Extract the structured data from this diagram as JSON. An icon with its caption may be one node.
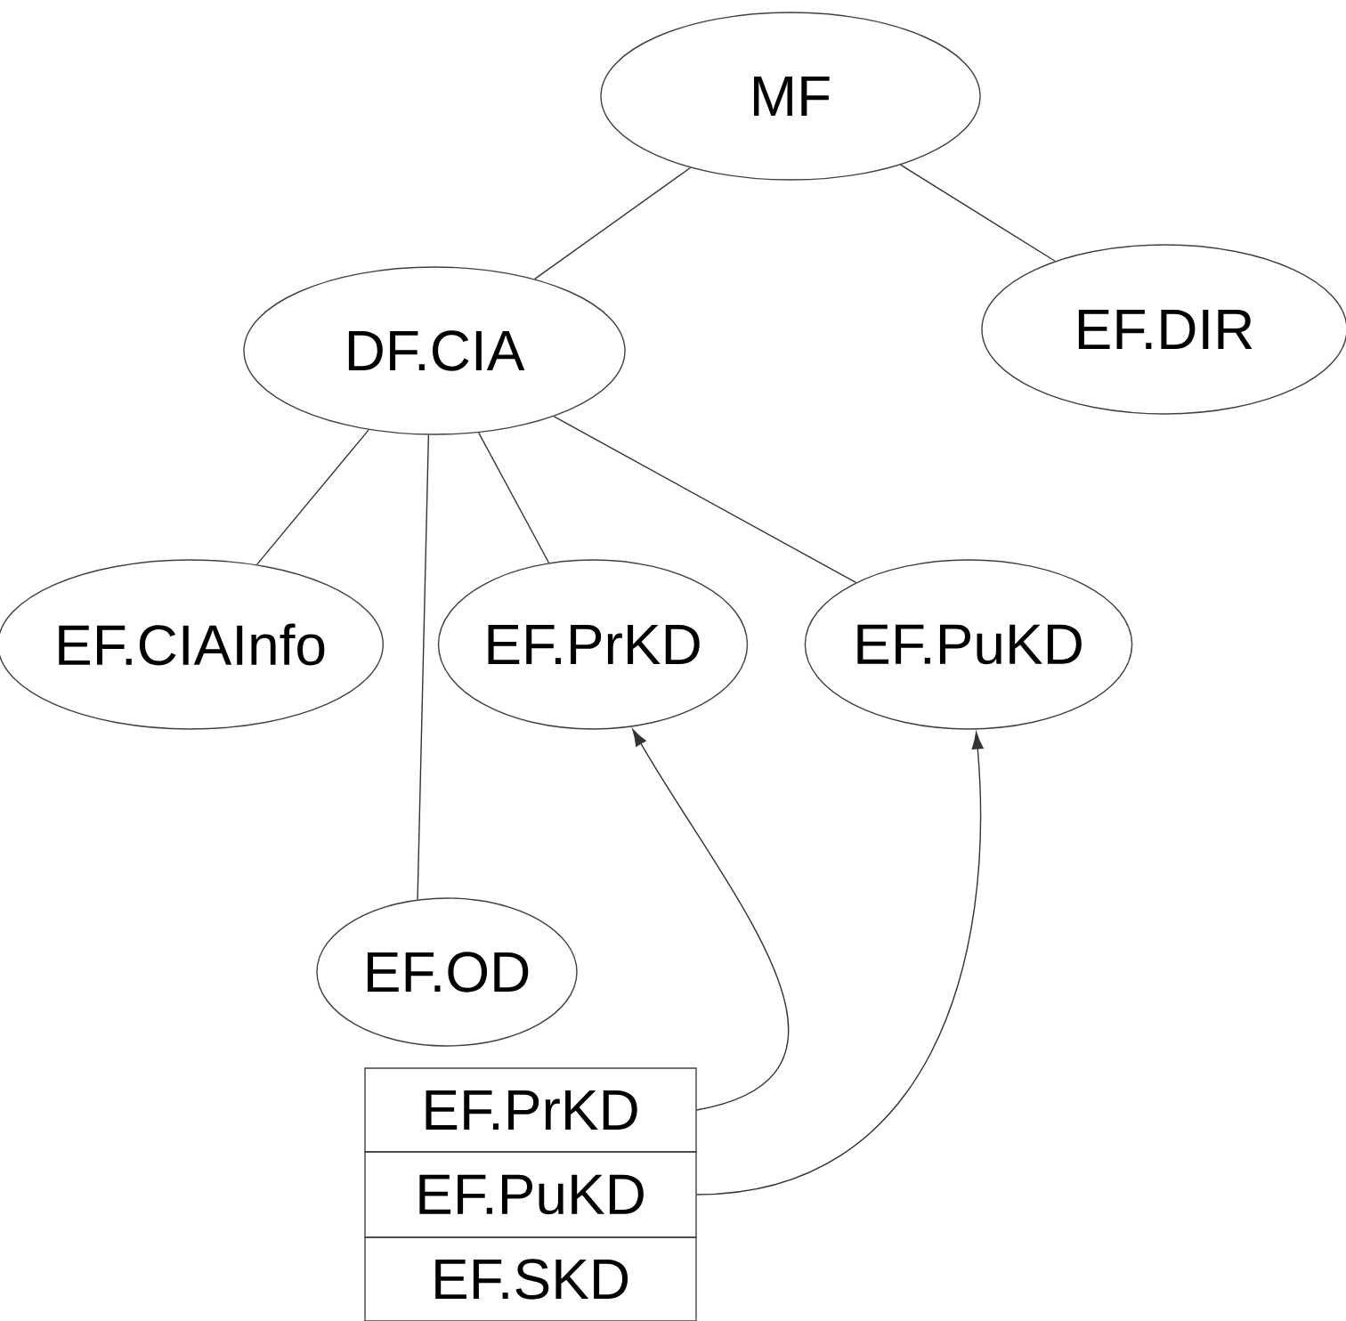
{
  "diagram": {
    "nodes": [
      {
        "text": [
          "MF"
        ]
      },
      {
        "text": [
          "DF.CIA"
        ]
      },
      {
        "text": [
          "EF.DIR"
        ]
      },
      {
        "text": [
          "EF.CIAInfo"
        ]
      },
      {
        "text": [
          "EF.PrKD"
        ]
      },
      {
        "text": [
          "EF.PuKD"
        ]
      },
      {
        "text": [
          "EF.OD"
        ]
      },
      {
        "text": [
          "EF.PrKD"
        ]
      },
      {
        "text": [
          "EF.PuKD"
        ]
      },
      {
        "text": [
          "EF.SKD"
        ]
      }
    ],
    "edges": [
      {
        "from": 0,
        "to": 1,
        "arrow": "none"
      },
      {
        "from": 0,
        "to": 2,
        "arrow": "none"
      },
      {
        "from": 1,
        "to": 3,
        "arrow": "none"
      },
      {
        "from": 1,
        "to": 6,
        "arrow": "none"
      },
      {
        "from": 1,
        "to": 4,
        "arrow": "none"
      },
      {
        "from": 1,
        "to": 5,
        "arrow": "none"
      },
      {
        "from": 7,
        "to": 4,
        "arrow": "to"
      },
      {
        "from": 8,
        "to": 5,
        "arrow": "to"
      }
    ]
  }
}
